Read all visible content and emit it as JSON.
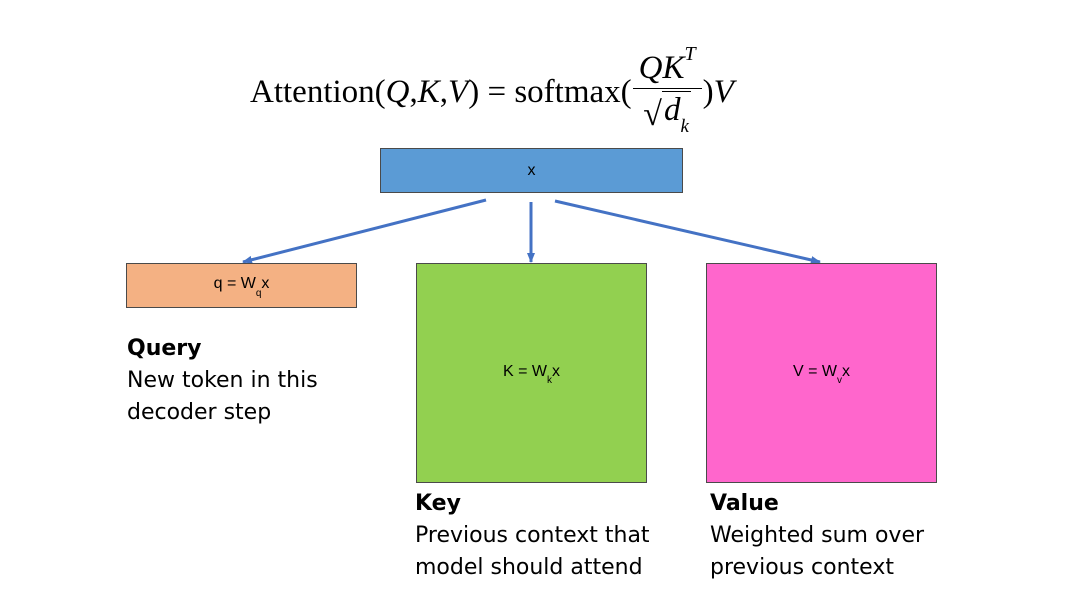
{
  "formula": {
    "lhs": "Attention(",
    "q": "Q",
    "comma1": ", ",
    "k": "K",
    "comma2": ", ",
    "v": "V",
    "close": ")",
    "equals": " = ",
    "func": "softmax(",
    "num_base": "QK",
    "num_sup": "T",
    "sqrt": "√",
    "den_base": "d",
    "den_sub": "k",
    "close2": ")",
    "tail": "V"
  },
  "boxes": {
    "x": {
      "label": "x",
      "color": "#5b9bd5"
    },
    "q": {
      "pre": "q = W",
      "sub": "q",
      "post": "x",
      "color": "#f4b183"
    },
    "k": {
      "pre": "K = W",
      "sub": "k",
      "post": "x",
      "color": "#92d050"
    },
    "v": {
      "pre": "V = W",
      "sub": "v",
      "post": "x",
      "color": "#ff66cc"
    }
  },
  "captions": {
    "query": {
      "title": "Query",
      "line1": "New token in this",
      "line2": "decoder step"
    },
    "key": {
      "title": "Key",
      "line1": "Previous context that",
      "line2": "model should attend"
    },
    "value": {
      "title": "Value",
      "line1": "Weighted sum over",
      "line2": "previous context"
    }
  },
  "colors": {
    "arrow": "#4472c4",
    "box_border": "#4a4a4a"
  }
}
